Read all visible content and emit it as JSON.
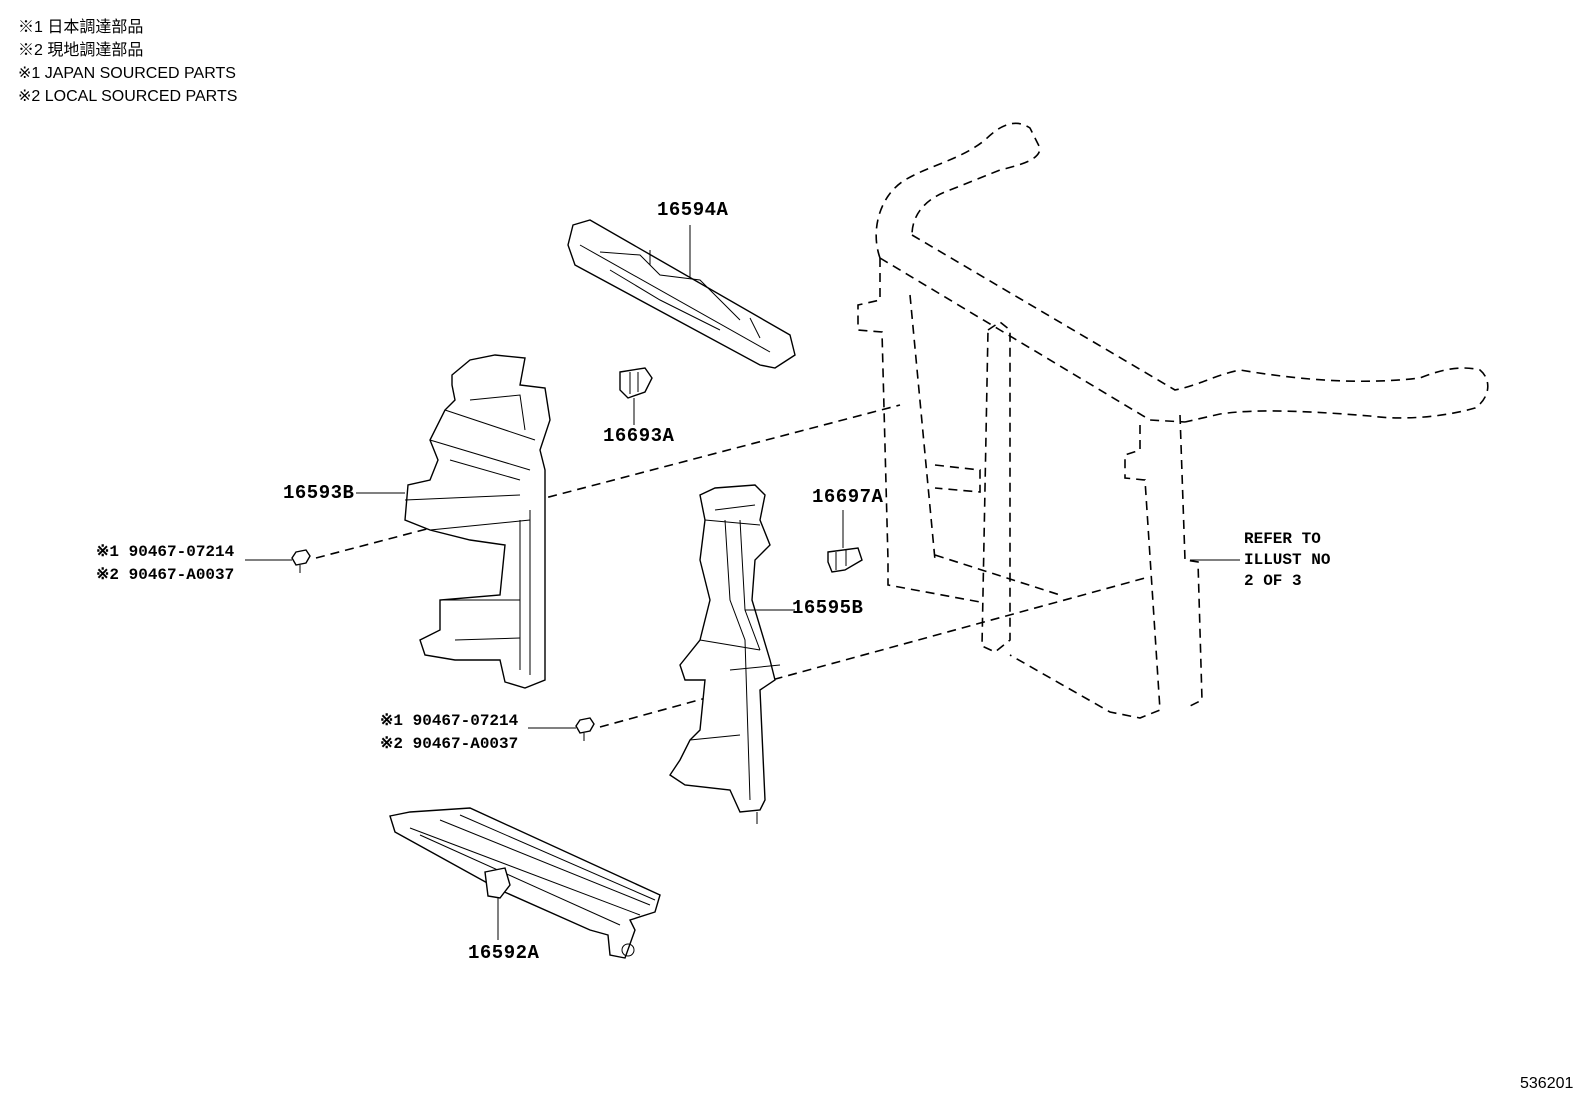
{
  "legend": [
    "※1 日本調達部品",
    "※2 現地調達部品",
    "※1 JAPAN SOURCED PARTS",
    "※2 LOCAL SOURCED PARTS"
  ],
  "parts": {
    "p16594A": "16594A",
    "p16693A": "16693A",
    "p16593B": "16593B",
    "p16697A": "16697A",
    "p16595B": "16595B",
    "p16592A": "16592A"
  },
  "fasteners": {
    "upper": {
      "line1": "※1 90467-07214",
      "line2": "※2 90467-A0037"
    },
    "lower": {
      "line1": "※1 90467-07214",
      "line2": "※2 90467-A0037"
    }
  },
  "refer": [
    "REFER TO",
    "ILLUST NO",
    "2 OF 3"
  ],
  "diagram_code": "536201"
}
